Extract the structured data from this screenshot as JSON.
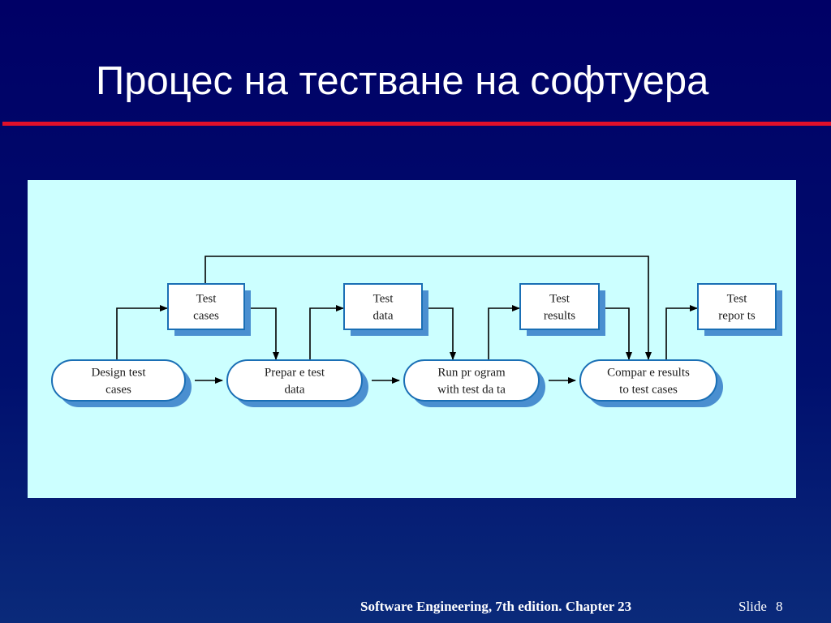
{
  "slide": {
    "title": "Процес на тестване на софтуера",
    "footer": "Software Engineering, 7th edition. Chapter 23",
    "slide_label": "Slide",
    "slide_number": "8"
  },
  "colors": {
    "background": "#000066",
    "rule": "#e0102a",
    "panel": "#ccffff",
    "node_border": "#1a6fb5",
    "node_shadow": "#4a8fd0",
    "node_fill": "#ffffff"
  },
  "diagram": {
    "processes": [
      {
        "id": "design",
        "lines": [
          "Design test",
          "cases"
        ]
      },
      {
        "id": "prepare",
        "lines": [
          "Prepar e test",
          "data"
        ]
      },
      {
        "id": "run",
        "lines": [
          "Run pr ogram",
          "with test da  ta"
        ]
      },
      {
        "id": "compare",
        "lines": [
          "Compar e results",
          "to test cases"
        ]
      }
    ],
    "artifacts": [
      {
        "id": "cases",
        "lines": [
          "Test",
          "cases"
        ]
      },
      {
        "id": "data",
        "lines": [
          "Test",
          "data"
        ]
      },
      {
        "id": "results",
        "lines": [
          "Test",
          "results"
        ]
      },
      {
        "id": "reports",
        "lines": [
          "Test",
          "repor ts"
        ]
      }
    ],
    "connections": [
      {
        "from": "design",
        "to": "prepare"
      },
      {
        "from": "prepare",
        "to": "run"
      },
      {
        "from": "run",
        "to": "compare"
      },
      {
        "from": "design",
        "to": "cases"
      },
      {
        "from": "cases",
        "to": "prepare"
      },
      {
        "from": "prepare",
        "to": "data"
      },
      {
        "from": "data",
        "to": "run"
      },
      {
        "from": "run",
        "to": "results"
      },
      {
        "from": "results",
        "to": "compare"
      },
      {
        "from": "compare",
        "to": "reports"
      },
      {
        "from": "cases",
        "to": "compare"
      }
    ]
  }
}
